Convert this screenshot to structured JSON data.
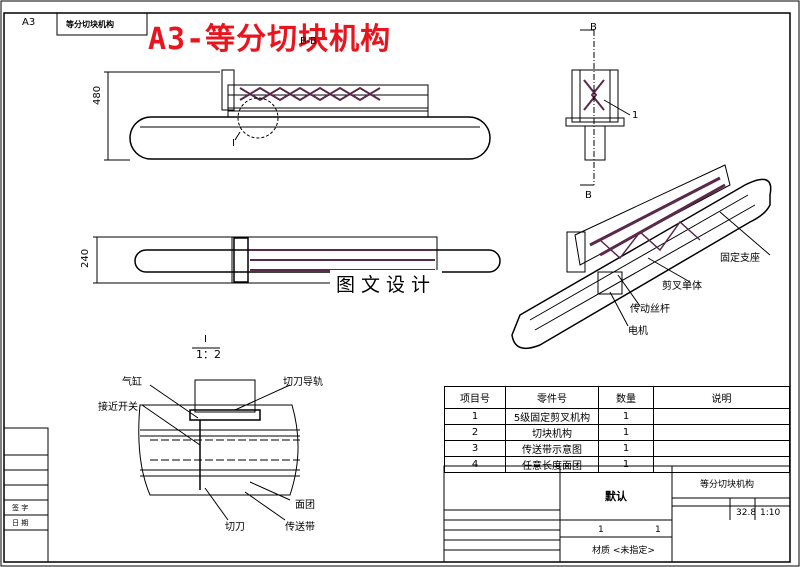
{
  "sheet": {
    "size_code": "A3",
    "corner_title": "等分切块机构",
    "big_title": "A3-等分切块机构",
    "watermark": "图文设计"
  },
  "views": {
    "section_label_b": "B",
    "section_label_bb": "B-B",
    "dim_height": "480",
    "dim_width": "240",
    "detail_letter": "I",
    "detail_scale": "1：2",
    "balloon_1": "1"
  },
  "callouts": {
    "fixed_support": "固定支座",
    "scissor_body": "剪叉单体",
    "drive_screw": "传动丝杆",
    "motor": "电机",
    "cylinder": "气缸",
    "proximity_switch": "接近开关",
    "cutter_rail": "切刀导轨",
    "dough": "面团",
    "cutter": "切刀",
    "conveyor": "传送带"
  },
  "parts_table": {
    "headers": [
      "项目号",
      "零件号",
      "数量",
      "说明"
    ],
    "rows": [
      [
        "1",
        "5级固定剪叉机构",
        "1",
        ""
      ],
      [
        "2",
        "切块机构",
        "1",
        ""
      ],
      [
        "3",
        "传送带示意图",
        "1",
        ""
      ],
      [
        "4",
        "任意长度面团",
        "1",
        ""
      ]
    ]
  },
  "title_block": {
    "name": "等分切块机构",
    "default_label": "默认",
    "weight": "32.8",
    "scale": "1:10",
    "qty": "1",
    "qty2": "1",
    "material": "材质 <未指定>"
  },
  "left_strip": {
    "label_a": "签 字",
    "label_b": "日 期"
  },
  "colors": {
    "title_red": "#e8151e",
    "mechanism_purple": "#5a2a4a"
  }
}
